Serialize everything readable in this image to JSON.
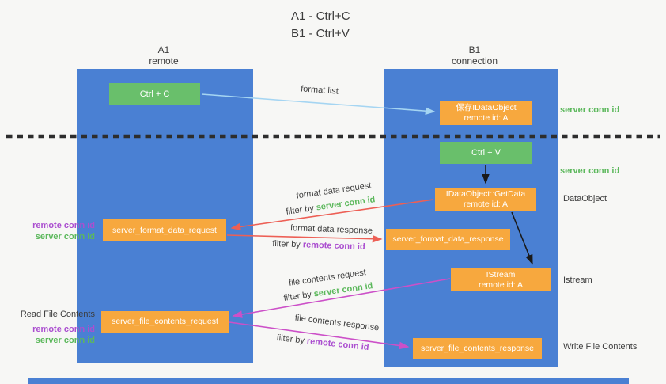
{
  "title": {
    "line1": "A1 - Ctrl+C",
    "line2": "B1 - Ctrl+V"
  },
  "lanes": {
    "a1": {
      "title": "A1",
      "subtitle": "remote"
    },
    "b1": {
      "title": "B1",
      "subtitle": "connection"
    }
  },
  "nodes": {
    "ctrl_c": {
      "label": "Ctrl + C"
    },
    "ctrl_v": {
      "label": "Ctrl + V"
    },
    "save_dataobject": {
      "line1": "保存IDataObject",
      "line2": "remote id: A"
    },
    "getdata": {
      "line1": "IDataObject::GetData",
      "line2": "remote id: A"
    },
    "istream": {
      "line1": "IStream",
      "line2": "remote id: A"
    },
    "server_format_data_request": {
      "label": "server_format_data_request"
    },
    "server_format_data_response": {
      "label": "server_format_data_response"
    },
    "server_file_contents_request": {
      "label": "server_file_contents_request"
    },
    "server_file_contents_response": {
      "label": "server_file_contents_response"
    }
  },
  "edges": {
    "format_list": {
      "label": "format list"
    },
    "format_data_request": {
      "label": "format data request",
      "filter_prefix": "filter by",
      "filter_value": "server conn id"
    },
    "format_data_response": {
      "label": "format data response",
      "filter_prefix": "filter by",
      "filter_value": "remote conn id"
    },
    "file_contents_request": {
      "label": "file contents request",
      "filter_prefix": "filter by",
      "filter_value": "server conn id"
    },
    "file_contents_response": {
      "label": "file contents response",
      "filter_prefix": "filter by",
      "filter_value": "remote conn id"
    }
  },
  "side_labels": {
    "server_conn_id_top": "server conn id",
    "server_conn_id_mid": "server conn id",
    "dataobject": "DataObject",
    "istream": "Istream",
    "write_file_contents": "Write File Contents",
    "read_file_contents": "Read File Contents",
    "left_remote_conn_id_1": "remote conn id",
    "left_server_conn_id_1": "server conn id",
    "left_remote_conn_id_2": "remote conn id",
    "left_server_conn_id_2": "server conn id"
  },
  "colors": {
    "lane_blue": "#4a80d3",
    "node_green": "#69bf6b",
    "node_orange": "#f7a83e",
    "arrow_lightblue": "#a5d5f2",
    "arrow_red": "#ed5f55",
    "arrow_magenta": "#cc50c8",
    "arrow_black": "#1a1a1a",
    "text_green": "#5cb85c",
    "text_purple": "#ab4fd0"
  }
}
